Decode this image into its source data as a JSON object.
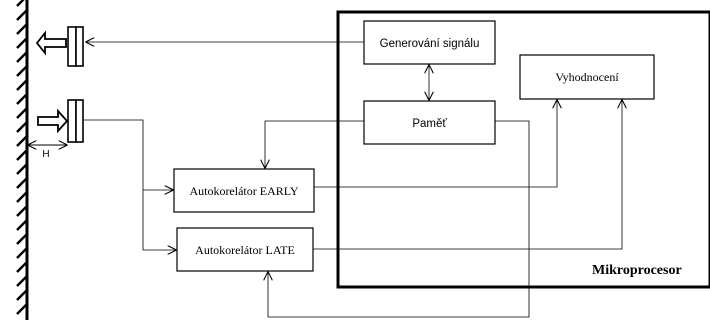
{
  "blocks": {
    "generovani": "Generování signálu",
    "pamet": "Paměť",
    "vyhodnoceni": "Vyhodnocení",
    "early": "Autokorelátor EARLY",
    "late": "Autokorelátor LATE"
  },
  "container_label": "Mikroprocesor",
  "distance_label": "H"
}
